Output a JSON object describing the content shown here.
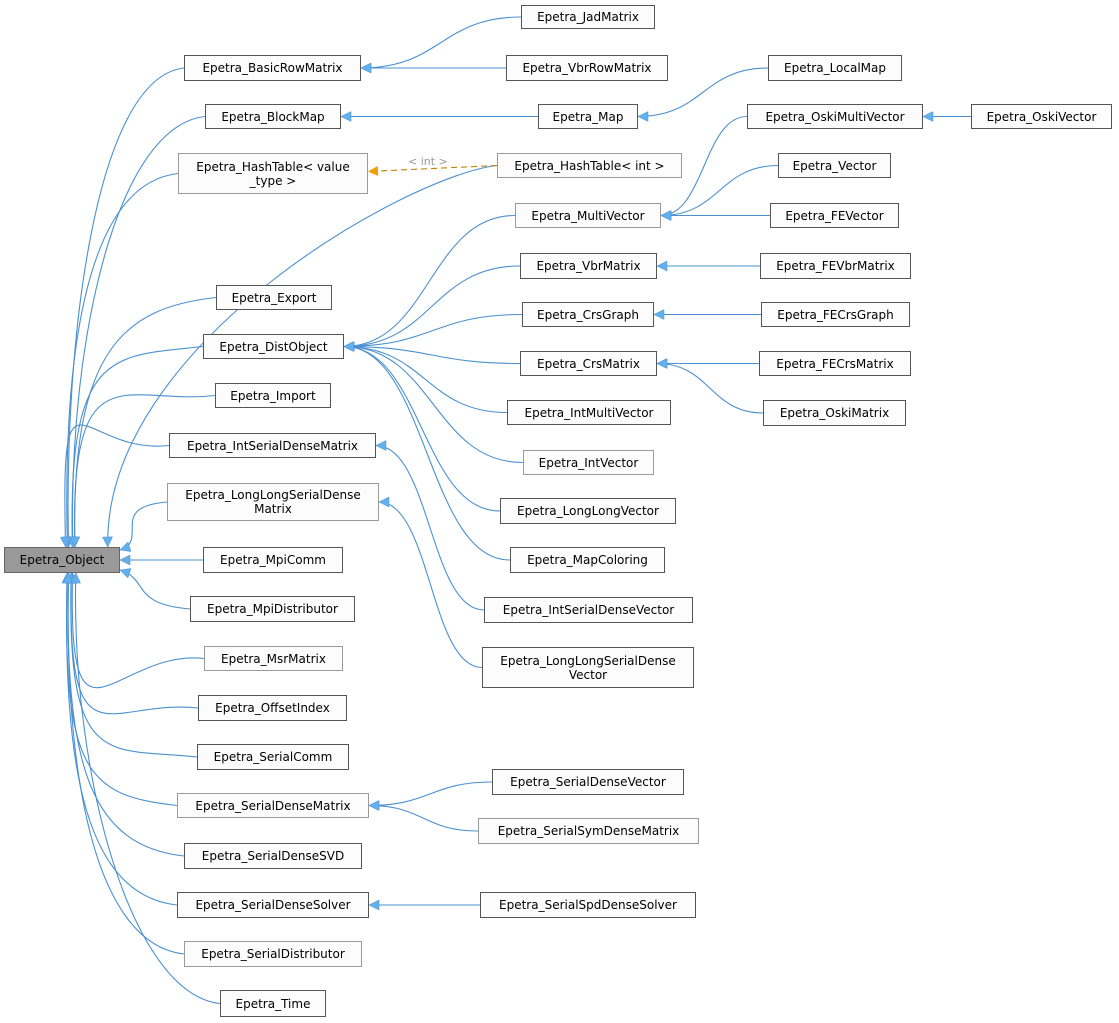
{
  "diagram": {
    "type": "inheritance-graph",
    "colors": {
      "edge": "#63b0ef",
      "template_edge": "#f0a000",
      "root_fill": "#999999",
      "node_fill": "#fbfcfb"
    },
    "nodes": [
      "Epetra_Object",
      "Epetra_BasicRowMatrix",
      "Epetra_JadMatrix",
      "Epetra_VbrRowMatrix",
      "Epetra_LocalMap",
      "Epetra_BlockMap",
      "Epetra_Map",
      "Epetra_OskiMultiVector",
      "Epetra_OskiVector",
      "Epetra_HashTable< value\n_type >",
      "Epetra_HashTable< int >",
      "Epetra_MultiVector",
      "Epetra_Vector",
      "Epetra_FEVector",
      "Epetra_Export",
      "Epetra_VbrMatrix",
      "Epetra_FEVbrMatrix",
      "Epetra_DistObject",
      "Epetra_CrsGraph",
      "Epetra_FECrsGraph",
      "Epetra_CrsMatrix",
      "Epetra_FECrsMatrix",
      "Epetra_IntMultiVector",
      "Epetra_OskiMatrix",
      "Epetra_Import",
      "Epetra_IntVector",
      "Epetra_IntSerialDenseMatrix",
      "Epetra_LongLongSerialDense\nMatrix",
      "Epetra_LongLongVector",
      "Epetra_MapColoring",
      "Epetra_MpiComm",
      "Epetra_MpiDistributor",
      "Epetra_IntSerialDenseVector",
      "Epetra_MsrMatrix",
      "Epetra_LongLongSerialDense\nVector",
      "Epetra_OffsetIndex",
      "Epetra_SerialComm",
      "Epetra_SerialDenseMatrix",
      "Epetra_SerialDenseVector",
      "Epetra_SerialSymDenseMatrix",
      "Epetra_SerialDenseSVD",
      "Epetra_SerialDenseSolver",
      "Epetra_SerialSpdDenseSolver",
      "Epetra_SerialDistributor",
      "Epetra_Time"
    ],
    "edges": [
      [
        1,
        0
      ],
      [
        5,
        0
      ],
      [
        9,
        0
      ],
      [
        10,
        0
      ],
      [
        14,
        0
      ],
      [
        17,
        0
      ],
      [
        24,
        0
      ],
      [
        26,
        0
      ],
      [
        27,
        0
      ],
      [
        30,
        0
      ],
      [
        31,
        0
      ],
      [
        33,
        0
      ],
      [
        35,
        0
      ],
      [
        36,
        0
      ],
      [
        37,
        0
      ],
      [
        40,
        0
      ],
      [
        41,
        0
      ],
      [
        43,
        0
      ],
      [
        44,
        0
      ],
      [
        2,
        1
      ],
      [
        3,
        1
      ],
      [
        6,
        5
      ],
      [
        4,
        6
      ],
      [
        11,
        17
      ],
      [
        15,
        17
      ],
      [
        18,
        17
      ],
      [
        20,
        17
      ],
      [
        22,
        17
      ],
      [
        25,
        17
      ],
      [
        28,
        17
      ],
      [
        29,
        17
      ],
      [
        7,
        11
      ],
      [
        12,
        11
      ],
      [
        13,
        11
      ],
      [
        8,
        7
      ],
      [
        16,
        15
      ],
      [
        19,
        18
      ],
      [
        21,
        20
      ],
      [
        23,
        20
      ],
      [
        32,
        26
      ],
      [
        34,
        27
      ],
      [
        38,
        37
      ],
      [
        39,
        37
      ],
      [
        42,
        41
      ]
    ],
    "template_edge": {
      "from": 10,
      "to": 9,
      "label": "< int >"
    }
  }
}
